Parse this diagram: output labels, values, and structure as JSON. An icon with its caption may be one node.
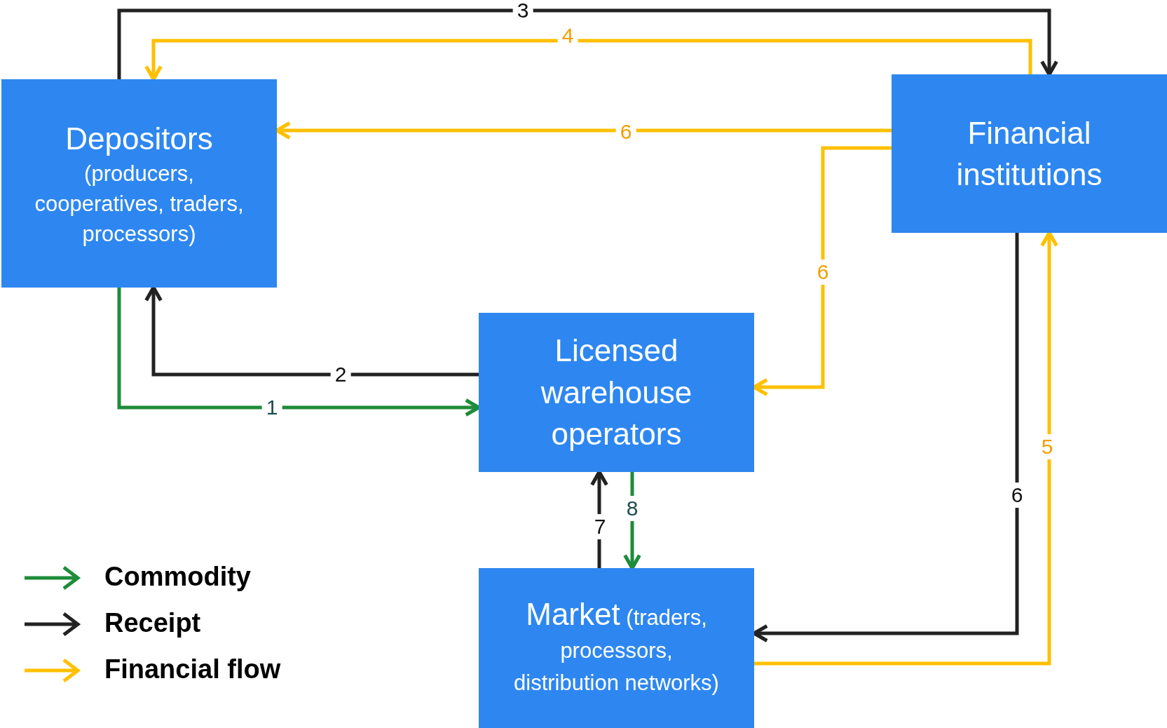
{
  "diagram": {
    "nodes": [
      {
        "text": [
          "Depositors",
          "(producers, cooperatives, traders, processors)"
        ]
      },
      {
        "text": [
          "Financial institutions"
        ]
      },
      {
        "text": [
          "Licensed warehouse operators"
        ]
      },
      {
        "text": [
          "Market",
          "(traders, processors, distribution networks)"
        ]
      }
    ],
    "edges": [
      {
        "from": 0,
        "to": 2,
        "arrow": "to",
        "label": "1",
        "color": "#1e8c3a"
      },
      {
        "from": 2,
        "to": 0,
        "arrow": "to",
        "label": "2"
      },
      {
        "from": 0,
        "to": 1,
        "arrow": "to",
        "label": "3"
      },
      {
        "from": 1,
        "to": 0,
        "arrow": "to",
        "label": "4",
        "color": "#ffc000"
      },
      {
        "from": 1,
        "to": 0,
        "arrow": "to",
        "label": "6",
        "color": "#ffc000"
      },
      {
        "from": 1,
        "to": 2,
        "arrow": "to",
        "label": "6",
        "color": "#ffc000"
      },
      {
        "from": 1,
        "to": 3,
        "arrow": "to",
        "label": "6"
      },
      {
        "from": 3,
        "to": 1,
        "arrow": "to",
        "label": "5",
        "color": "#ffc000"
      },
      {
        "from": 3,
        "to": 2,
        "arrow": "to",
        "label": "7"
      },
      {
        "from": 2,
        "to": 3,
        "arrow": "to",
        "label": "8",
        "color": "#1e8c3a"
      }
    ],
    "legend": [
      {
        "text": "Commodity",
        "color": "#1e8c3a"
      },
      {
        "text": "Receipt",
        "color": "#222222"
      },
      {
        "text": "Financial flow",
        "color": "#ffc000"
      }
    ]
  }
}
